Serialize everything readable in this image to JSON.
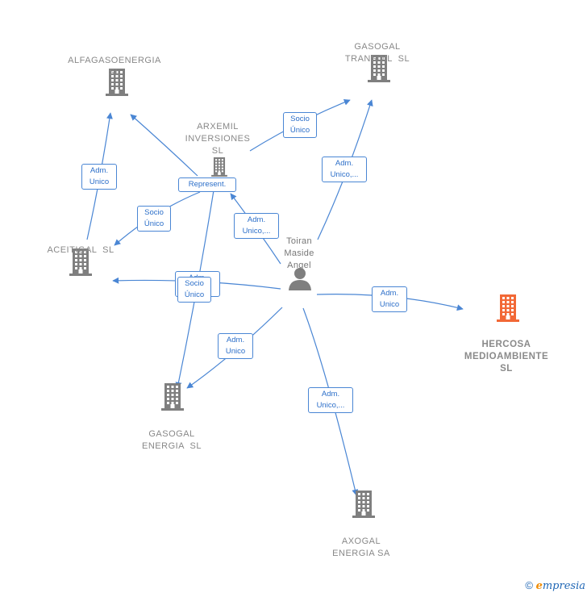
{
  "nodes": [
    {
      "id": "alfagas",
      "label": "ALFAGASOENERGIA\nSL",
      "type": "company",
      "color": "#7f7f7f"
    },
    {
      "id": "gasogal_transoil",
      "label": "GASOGAL\nTRANSOIL  SL",
      "type": "company",
      "color": "#7f7f7f"
    },
    {
      "id": "arxemil",
      "label": "ARXEMIL\nINVERSIONES\nSL",
      "type": "company",
      "color": "#7f7f7f"
    },
    {
      "id": "aceitigal",
      "label": "ACEITIGAL  SL",
      "type": "company",
      "color": "#7f7f7f"
    },
    {
      "id": "person",
      "label": "Toiran\nMaside\nAngel",
      "type": "person",
      "color": "#7f7f7f"
    },
    {
      "id": "hercosa",
      "label": "HERCOSA\nMEDIOAMBIENTE\nSL",
      "type": "company",
      "color": "#f26836",
      "focus": true
    },
    {
      "id": "gasogal_energia",
      "label": "GASOGAL\nENERGIA  SL",
      "type": "company",
      "color": "#7f7f7f"
    },
    {
      "id": "axogal",
      "label": "AXOGAL\nENERGIA SA",
      "type": "company",
      "color": "#7f7f7f"
    }
  ],
  "edge_labels": [
    {
      "id": "e_arx_alfa",
      "text": "Represent."
    },
    {
      "id": "e_ace_alfa",
      "text": "Adm.\nUnico"
    },
    {
      "id": "e_arx_trans",
      "text": "Socio\nÚnico"
    },
    {
      "id": "e_per_trans",
      "text": "Adm.\nUnico,..."
    },
    {
      "id": "e_arx_ace",
      "text": "Socio\nÚnico"
    },
    {
      "id": "e_per_arx",
      "text": "Adm.\nUnico,..."
    },
    {
      "id": "e_per_ace",
      "text": "Adm.\nUnico"
    },
    {
      "id": "e_arx_gas",
      "text": "Socio\nÚnico"
    },
    {
      "id": "e_per_gas",
      "text": "Adm.\nUnico"
    },
    {
      "id": "e_per_herc",
      "text": "Adm.\nUnico"
    },
    {
      "id": "e_per_axo",
      "text": "Adm.\nUnico,..."
    }
  ],
  "colors": {
    "edge": "#4a86d4",
    "edge_text": "#2c6fc9",
    "node": "#7f7f7f",
    "focus": "#f26836"
  },
  "footer": {
    "copyright": "©",
    "brand_initial": "e",
    "brand_rest": "mpresia"
  }
}
